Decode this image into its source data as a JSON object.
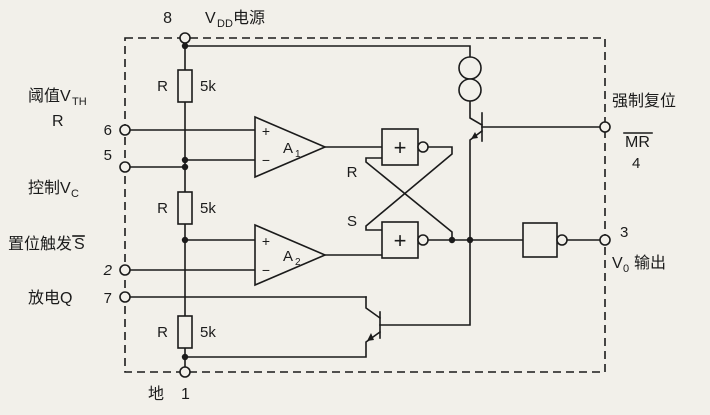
{
  "colors": {
    "background": "#f2f0ea",
    "ink": "#1b1b1b"
  },
  "power": {
    "pin_number": "8",
    "label_v": "V",
    "label_v_sub": "DD",
    "label_word": "电源"
  },
  "ground": {
    "word": "地",
    "pin_number": "1"
  },
  "left_pins": {
    "threshold": {
      "label": "阈值V",
      "label_sub": "TH",
      "label_line2": "R",
      "pin_number": "6"
    },
    "control": {
      "label": "控制V",
      "label_sub": "C",
      "pin_number": "5"
    },
    "trigger": {
      "label": "置位触发",
      "label_s": "S",
      "pin_number": "2"
    },
    "discharge": {
      "label": "放电Q",
      "pin_number": "7"
    }
  },
  "right_pins": {
    "reset": {
      "title": "强制复位",
      "name": "MR",
      "pin_number": "4"
    },
    "output": {
      "pin_number": "3",
      "label_v": "V",
      "label_v_sub": "0",
      "label_word": "输出"
    }
  },
  "resistors": [
    {
      "name": "R",
      "value": "5k"
    },
    {
      "name": "R",
      "value": "5k"
    },
    {
      "name": "R",
      "value": "5k"
    }
  ],
  "comparators": [
    {
      "plus": "+",
      "minus": "−",
      "name": "A",
      "sub": "1"
    },
    {
      "plus": "+",
      "minus": "−",
      "name": "A",
      "sub": "2"
    }
  ],
  "flipflop": {
    "r_label": "R",
    "s_label": "S",
    "gate1_symbol": "+",
    "gate2_symbol": "+"
  }
}
